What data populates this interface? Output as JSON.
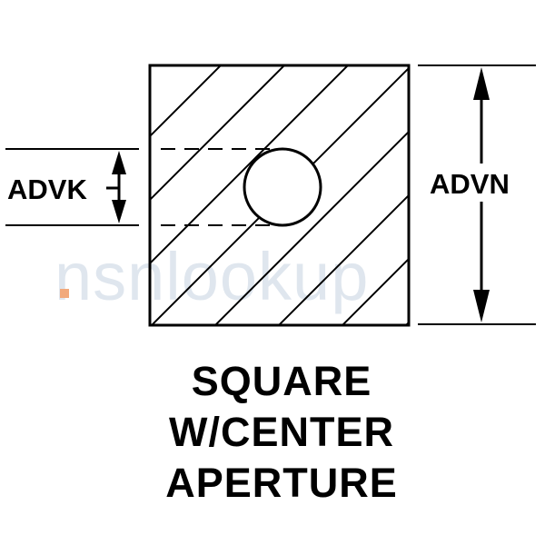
{
  "labels": {
    "aperture_dimension": "ADVK",
    "square_dimension": "ADVN"
  },
  "caption": {
    "line1": "SQUARE",
    "line2": "W/CENTER",
    "line3": "APERTURE"
  },
  "watermark": {
    "text": "nsnlookup",
    "text_color": "#dfe6ee",
    "accent_color": "#f2a97c"
  }
}
